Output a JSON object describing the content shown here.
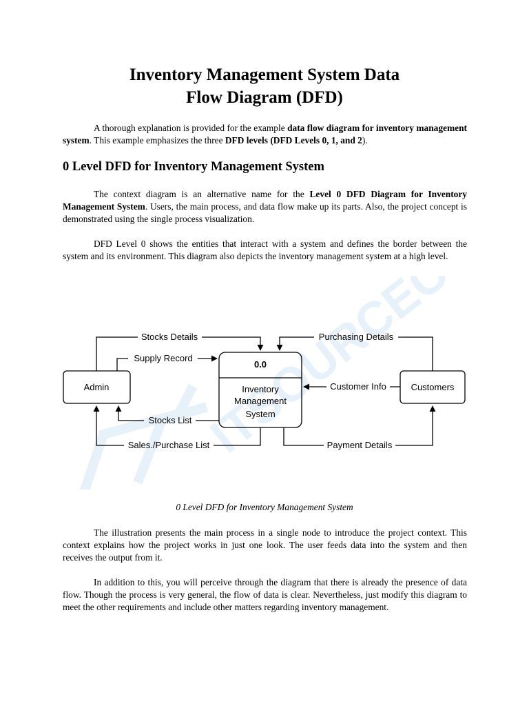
{
  "title": {
    "line1": "Inventory Management System Data",
    "line2": "Flow Diagram (DFD)"
  },
  "intro": {
    "t1": "A thorough explanation is provided for the example ",
    "b1": "data flow diagram for inventory management system",
    "t2": ". This example emphasizes the three ",
    "b2": "DFD levels (DFD Levels 0, 1, and 2",
    "t3": ")."
  },
  "section_heading": "0 Level DFD for Inventory Management System",
  "p_context": {
    "t1": "The context diagram is an alternative name for the ",
    "b1": "Level 0 DFD Diagram for Inventory Management System",
    "t2": ". Users, the main process, and data flow make up its parts. Also, the project concept is demonstrated using the single process visualization."
  },
  "p_level0": "DFD Level 0 shows the entities that interact with a system and defines the border between the system and its environment. This diagram also depicts the inventory management system at a high level.",
  "diagram": {
    "admin": "Admin",
    "customers": "Customers",
    "process_id": "0.0",
    "process_name": [
      "Inventory",
      "Management",
      "System"
    ],
    "flows": {
      "stocks_details": "Stocks Details",
      "supply_record": "Supply Record",
      "stocks_list": "Stocks List",
      "sales_purchase_list": "Sales./Purchase List",
      "purchasing_details": "Purchasing Details",
      "customer_info": "Customer Info",
      "payment_details": "Payment Details"
    },
    "watermark_color": "#4a90d9"
  },
  "caption": "0 Level DFD for Inventory Management System",
  "p_illustration": "The illustration presents the main process in a single node to introduce the project context. This context explains how the project works in just one look. The user feeds data into the system and then receives the output from it.",
  "p_addition": "In addition to this, you will perceive through the diagram that there is already the presence of data flow. Though the process is very general, the flow of data is clear. Nevertheless, just modify this diagram to meet the other requirements and include other matters regarding inventory management."
}
